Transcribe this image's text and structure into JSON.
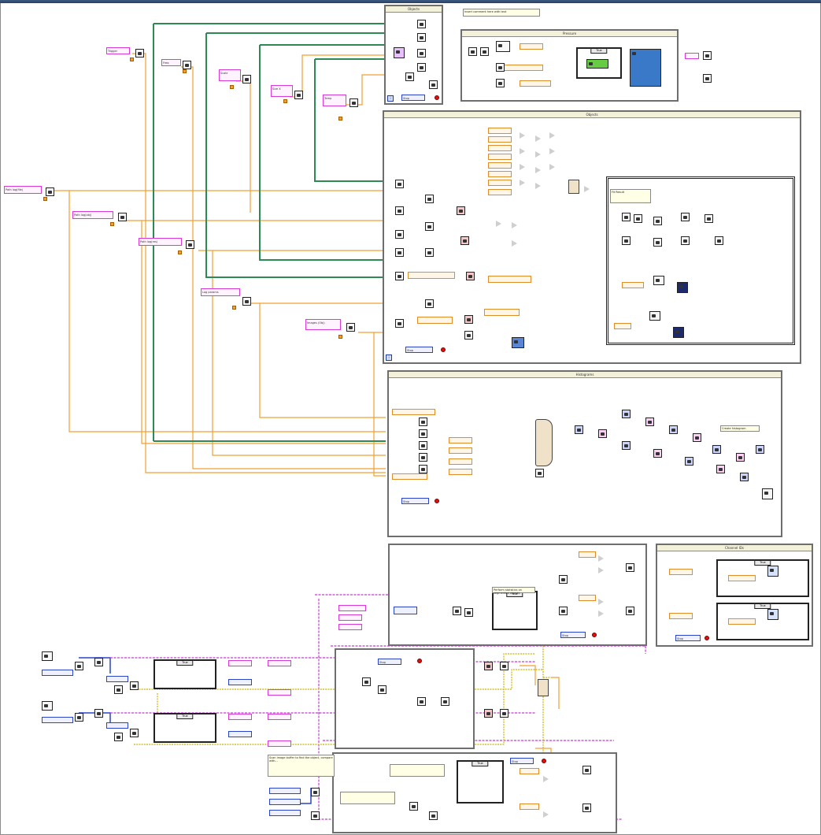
{
  "diagram": {
    "colors": {
      "wire_numeric": "#f0a030",
      "wire_cluster": "#2e8a55",
      "wire_image": "#c03fd0",
      "wire_error": "#c9b400",
      "wire_bool": "#2fa02f",
      "wire_string": "#d93ad9",
      "wire_refnum": "#2a45c9",
      "structure_border": "#6e6e6e"
    },
    "structures": {
      "top_loop": {
        "header": "Objects"
      },
      "pressure_loop": {
        "header": "Pressure"
      },
      "main_loop": {
        "header": "Objects"
      },
      "hist_loop": {
        "header": "Histograms"
      },
      "stats_loop": {
        "header": ""
      },
      "right_loop": {
        "header": "Channel IDs"
      },
      "bottom_left_loop": {
        "header": ""
      },
      "bottom_right_loop": {
        "header": ""
      }
    },
    "comments": {
      "top_note": "Insert comment here with text",
      "stats_note": "Perform statistics on segmented objects",
      "hist_note": "Create histogram",
      "fit_note": "Fit Result",
      "bottom_note": "Scan image buffer to find the object, compare with..."
    },
    "labels": {
      "l1": "Trigger",
      "l2": "Freq",
      "l3": "Scale",
      "l4": "Size X",
      "l5": "Temp",
      "l6": "Path log(file)",
      "l7": "Path log(obj)",
      "l8": "Path log(res)",
      "l9": "Log params",
      "l10": "Images (Obj)",
      "t1": "Stop",
      "t2": "Stop",
      "t3": "Stop",
      "t4": "Stop",
      "t5": "Stop",
      "t6": "Stop",
      "t7": "Stop"
    }
  }
}
